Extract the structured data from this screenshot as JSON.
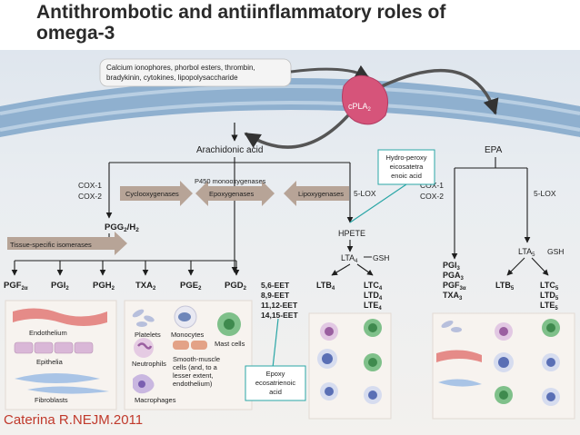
{
  "slide": {
    "title_line1": "Antithrombotic and antiinflammatory roles of",
    "title_line2": "omega-3",
    "citation": "Caterina R.NEJM.2011"
  },
  "diagram": {
    "stimuli_line1": "Calcium ionophores, phorbol esters, thrombin,",
    "stimuli_line2": "bradykinin, cytokines, lipopolysaccharide",
    "enzyme": "cPLA",
    "enzyme_sub": "2",
    "arachidonic": "Arachidonic acid",
    "epa": "EPA",
    "hydro_line1": "Hydro-peroxy",
    "hydro_line2": "eicosatetra",
    "hydro_line3": "enoic acid",
    "epoxy_line1": "Epoxy",
    "epoxy_line2": "ecosatrienoic",
    "epoxy_line3": "acid",
    "cox1": "COX-1",
    "cox2": "COX-2",
    "cox_arrow": "Cyclooxygenases",
    "p450_line1": "P450 monooxygenases",
    "p450_line2": "Epoxygenases",
    "lipox": "Lipoxygenases",
    "lox5": "5-LOX",
    "pgg": "PGG",
    "pgg_sub": "2",
    "pgg_suffix": "/H",
    "pgh_sub": "2",
    "tissue": "Tissue-specific isomerases",
    "hpete": "HPETE",
    "lta4": "LTA",
    "lta4_sub": "4",
    "gsh": "GSH",
    "epa_cox1": "COX-1",
    "epa_cox2": "COX-2",
    "epa_lox": "5-LOX",
    "lta5": "LTA",
    "lta5_sub": "5",
    "gsh2": "GSH",
    "products": [
      {
        "main": "PGF",
        "sub": "2α"
      },
      {
        "main": "PGI",
        "sub": "2"
      },
      {
        "main": "PGH",
        "sub": "2"
      },
      {
        "main": "TXA",
        "sub": "2"
      },
      {
        "main": "PGE",
        "sub": "2"
      },
      {
        "main": "PGD",
        "sub": "2"
      }
    ],
    "eets": [
      "5,6-EET",
      "8,9-EET",
      "11,12-EET",
      "14,15-EET"
    ],
    "ltb4": "LTB",
    "ltb4_sub": "4",
    "ltc4": [
      "LTC",
      "LTD",
      "LTE"
    ],
    "ltc4_sub": "4",
    "epa_prods": [
      {
        "main": "PGI",
        "sub": "3"
      },
      {
        "main": "PGA",
        "sub": "3"
      },
      {
        "main": "PGF",
        "sub": "3α"
      },
      {
        "main": "TXA",
        "sub": "3"
      }
    ],
    "ltb5": "LTB",
    "ltb5_sub": "5",
    "ltc5": [
      "LTC",
      "LTD",
      "LTE"
    ],
    "ltc5_sub": "5",
    "cells": {
      "endothelium": "Endothelium",
      "epithelia": "Epithelia",
      "fibroblasts": "Fibroblasts",
      "platelets": "Platelets",
      "monocytes": "Monocytes",
      "neutrophils": "Neutrophils",
      "smooth_line1": "Smooth-muscle",
      "smooth_line2": "cells (and, to a",
      "smooth_line3": "lesser extent,",
      "smooth_line4": "endothelium)",
      "macrophages": "Macrophages",
      "mast": "Mast cells"
    }
  },
  "colors": {
    "title": "#2a2a2a",
    "citation": "#c0392b",
    "membrane": "#8fb0cf",
    "enzyme": "#d6547a",
    "arrow_gray": "#a08f83",
    "callout_border": "#2aa6a6"
  }
}
